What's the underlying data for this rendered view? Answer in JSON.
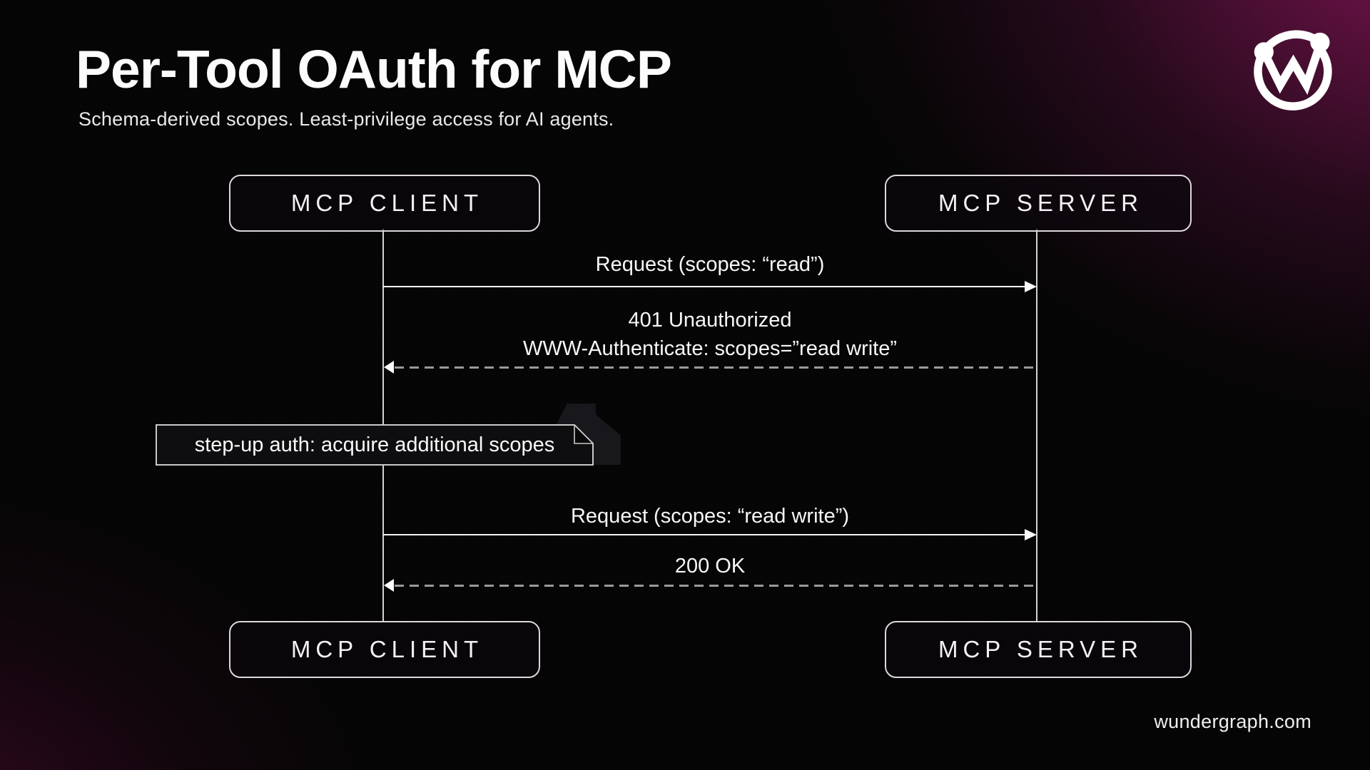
{
  "page": {
    "title": "Per-Tool OAuth for MCP",
    "subtitle": "Schema-derived scopes. Least-privilege access for AI agents."
  },
  "brand": {
    "logo": "wundergraph-mark",
    "website": "wundergraph.com"
  },
  "diagram": {
    "participants": [
      {
        "id": "client",
        "label": "MCP CLIENT"
      },
      {
        "id": "server",
        "label": "MCP SERVER"
      }
    ],
    "messages": [
      {
        "from": "client",
        "to": "server",
        "style": "solid",
        "label": "Request (scopes: “read”)"
      },
      {
        "from": "server",
        "to": "client",
        "style": "dashed",
        "label": "401 Unauthorized",
        "label2": "WWW-Authenticate: scopes=”read write”"
      },
      {
        "type": "note",
        "label": "step-up auth: acquire additional scopes"
      },
      {
        "from": "client",
        "to": "server",
        "style": "solid",
        "label": "Request (scopes: “read write”)"
      },
      {
        "from": "server",
        "to": "client",
        "style": "dashed",
        "label": "200 OK"
      }
    ]
  },
  "colors": {
    "background": "#040404",
    "glow_top_right": "#50103a",
    "glow_bottom_left": "#2e051d",
    "solid_line": "#f2f2f2",
    "dashed_line": "#9a9a9a",
    "box_border": "#ded7de",
    "text": "#f7f7f7"
  }
}
